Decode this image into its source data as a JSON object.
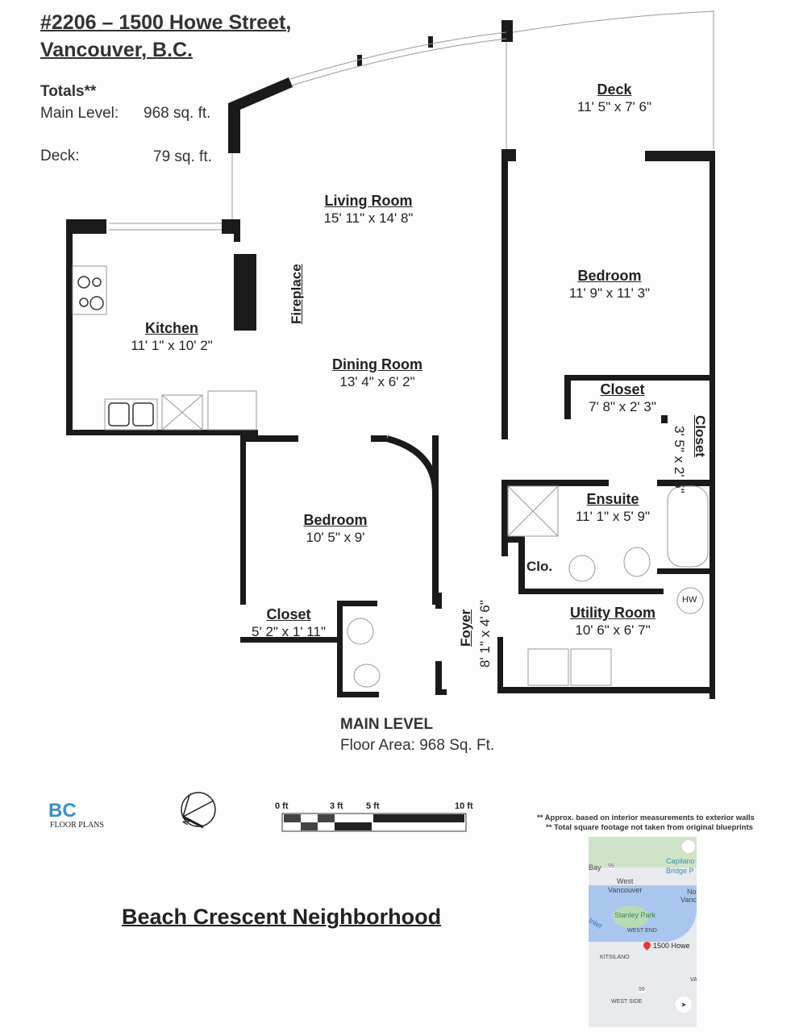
{
  "header": {
    "title_line1": "#2206 – 1500 Howe Street,",
    "title_line2": "Vancouver, B.C.",
    "totals_label": "Totals**",
    "main_label": "Main Level:",
    "main_value": "968 sq. ft.",
    "deck_label": "Deck:",
    "deck_value": "79 sq. ft."
  },
  "rooms": {
    "deck": {
      "name": "Deck",
      "dims": "11' 5\" x 7' 6\""
    },
    "living": {
      "name": "Living Room",
      "dims": "15' 11\" x 14' 8\""
    },
    "kitchen": {
      "name": "Kitchen",
      "dims": "11' 1\" x 10' 2\""
    },
    "fireplace": {
      "name": "Fireplace"
    },
    "dining": {
      "name": "Dining Room",
      "dims": "13' 4\" x 6' 2\""
    },
    "bedroom_main": {
      "name": "Bedroom",
      "dims": "11' 9\" x 11' 3\""
    },
    "closet_main": {
      "name": "Closet",
      "dims": "7' 8\" x 2' 3\""
    },
    "closet_side": {
      "name": "Closet",
      "dims": "3' 5\" x 2' 5\""
    },
    "ensuite": {
      "name": "Ensuite",
      "dims": "11' 1\" x 5' 9\""
    },
    "clo": {
      "name": "Clo."
    },
    "bedroom2": {
      "name": "Bedroom",
      "dims": "10' 5\" x 9'"
    },
    "closet2": {
      "name": "Closet",
      "dims": "5' 2\" x 1' 11\""
    },
    "foyer": {
      "name": "Foyer",
      "dims": "8' 1\" x 4' 6\""
    },
    "utility": {
      "name": "Utility Room",
      "dims": "10' 6\" x 6' 7\""
    },
    "hw": "HW"
  },
  "level": {
    "name": "MAIN LEVEL",
    "area": "Floor Area: 968 Sq. Ft."
  },
  "logo": {
    "text": "BC",
    "sub": "FLOOR PLANS"
  },
  "compass": "N",
  "scale": {
    "t0": "0 ft",
    "t3": "3 ft",
    "t5": "5 ft",
    "t10": "10 ft"
  },
  "notes": [
    "** Approx. based on interior measurements to exterior walls",
    "** Total square footage not taken from original blueprints"
  ],
  "neighborhood": "Beach Crescent Neighborhood",
  "map": {
    "labels": [
      "Bay",
      "99",
      "Capilano",
      "Bridge P",
      "West",
      "Vancouver",
      "No",
      "Vanc",
      "Stanley Park",
      "Inlet",
      "WEST END",
      "1500 Howe",
      "KITSILANO",
      "VA",
      "99",
      "WEST SIDE"
    ]
  }
}
